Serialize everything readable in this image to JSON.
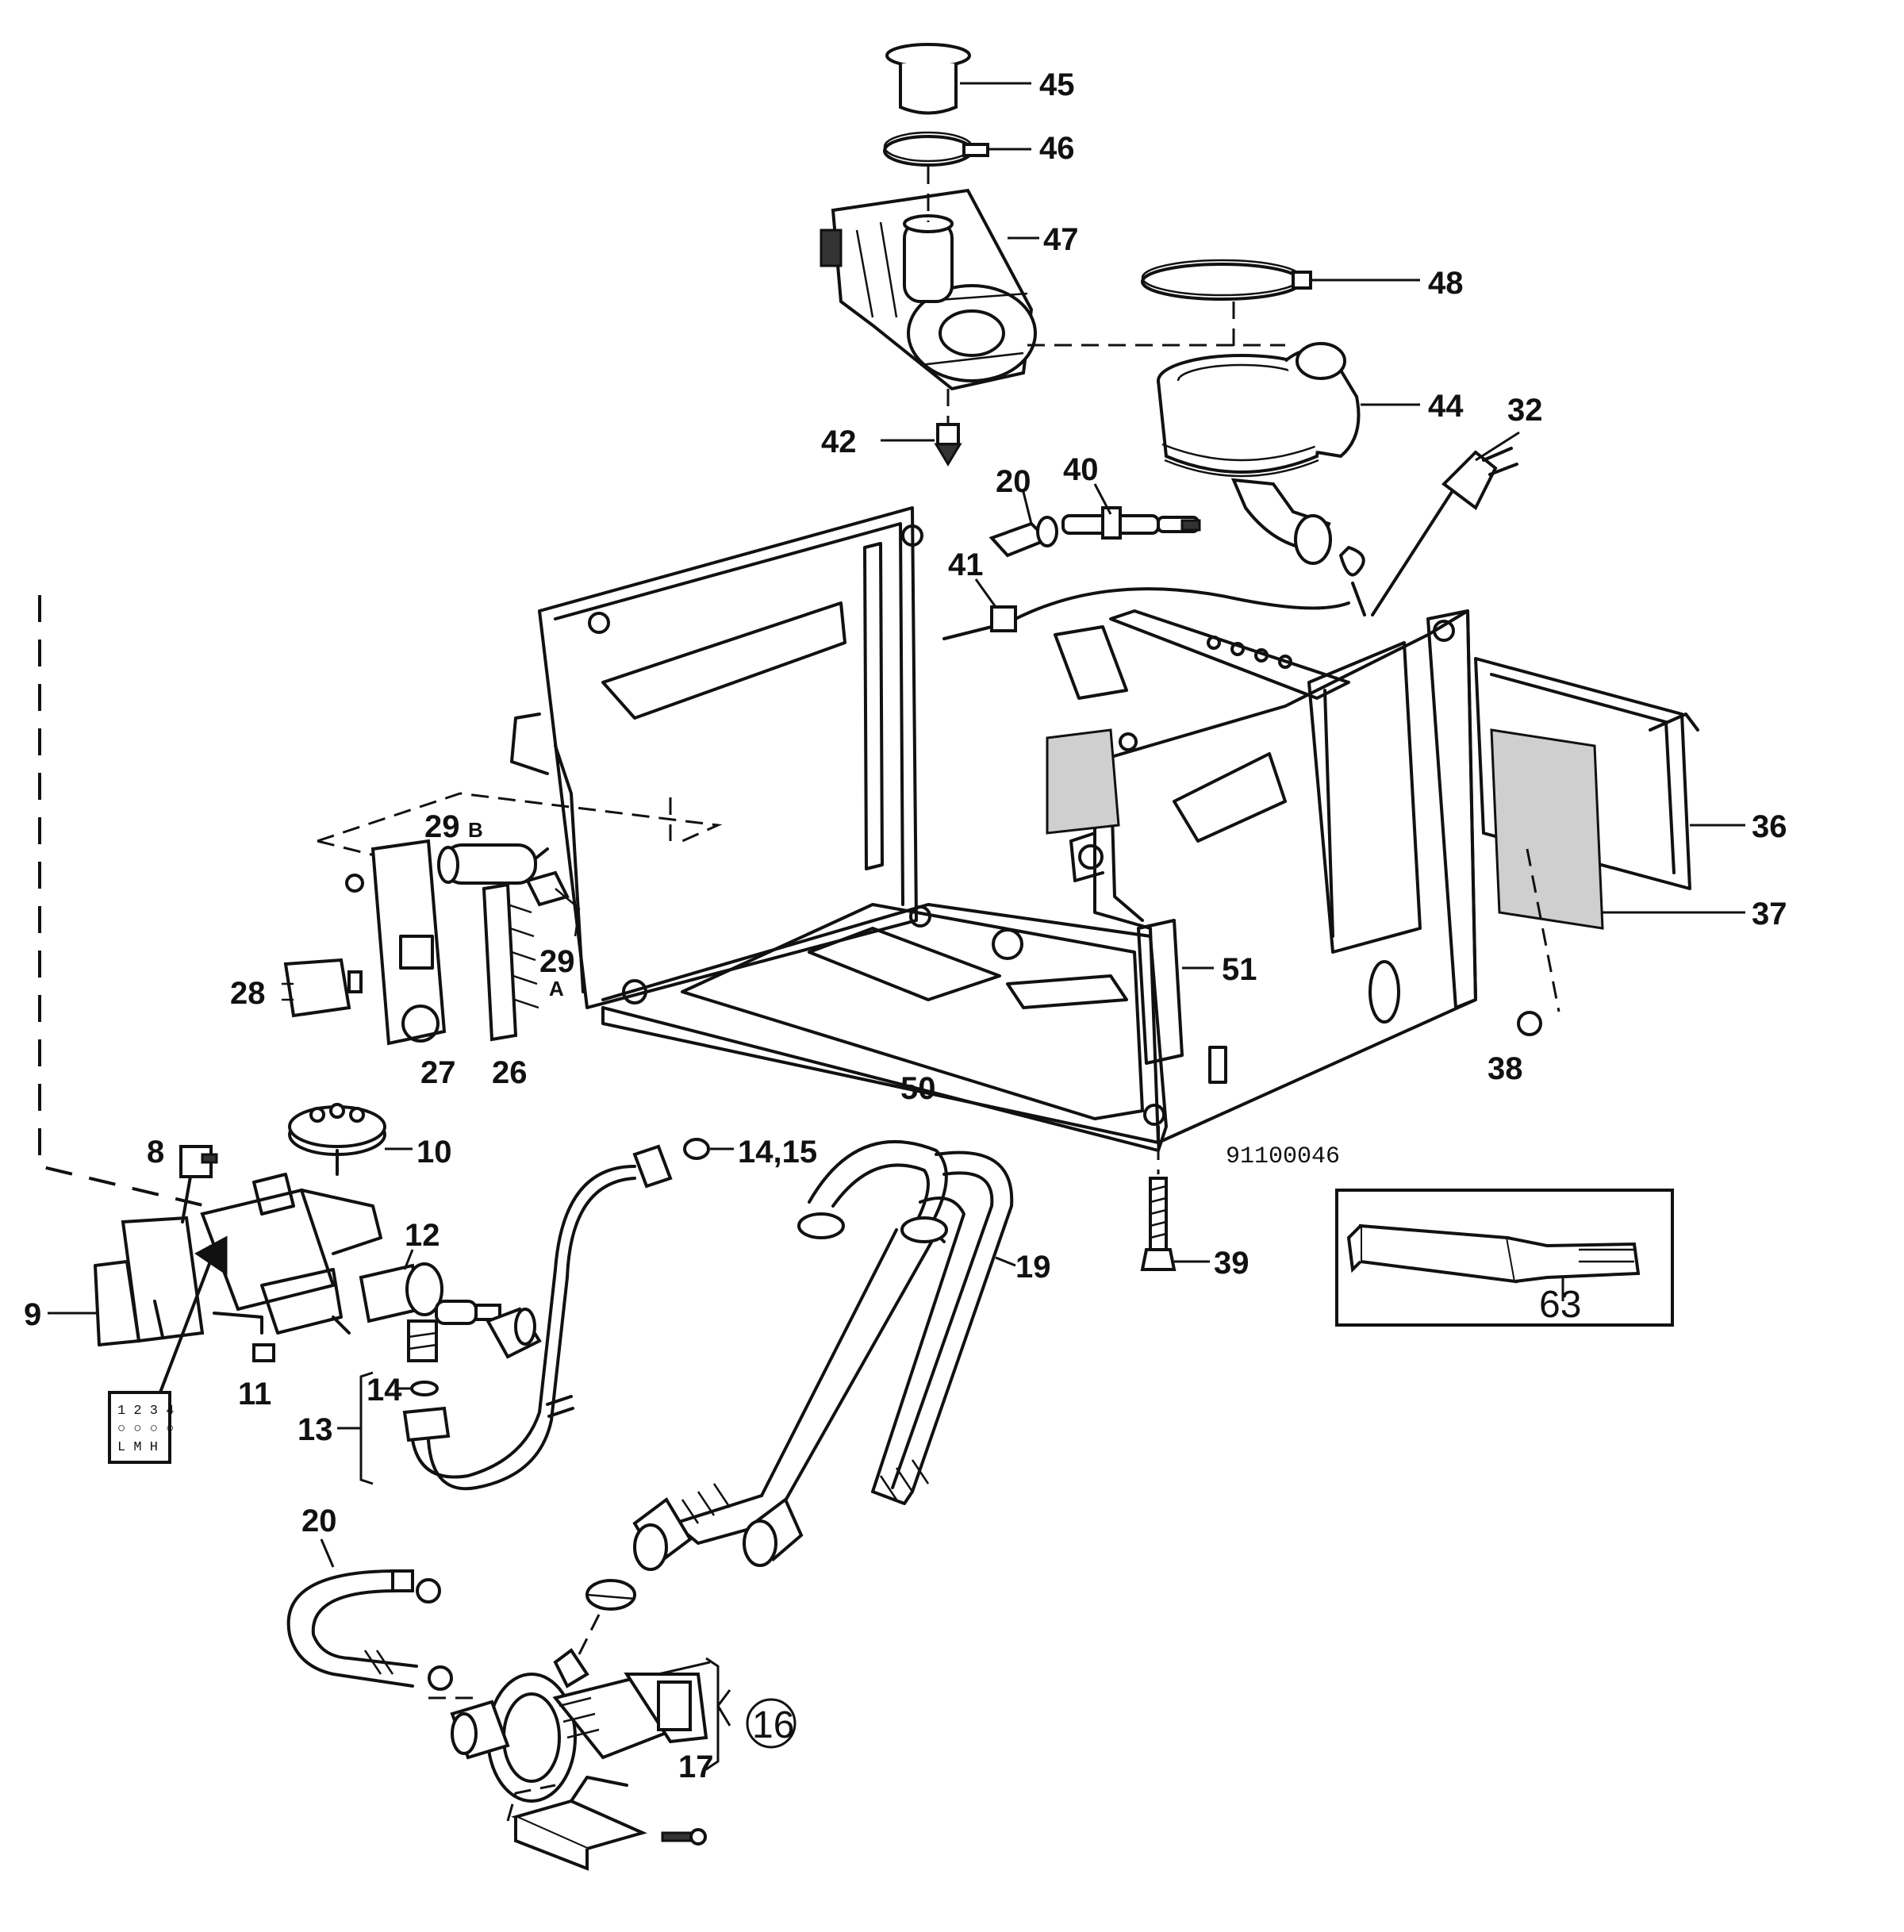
{
  "drawing_code": "91100046",
  "labels": {
    "p45": "45",
    "p46": "46",
    "p47": "47",
    "p48": "48",
    "p44": "44",
    "p32": "32",
    "p42": "42",
    "p20a": "20",
    "p40": "40",
    "p41": "41",
    "p29b": "29",
    "p29b_sub": "B",
    "p29a": "29",
    "p29a_sub": "A",
    "p28": "28",
    "p27": "27",
    "p26": "26",
    "p36": "36",
    "p37": "37",
    "p51": "51",
    "p38": "38",
    "p50": "50",
    "p10": "10",
    "p8": "8",
    "p14_15": "14,15",
    "p12": "12",
    "p19": "19",
    "p39": "39",
    "p9": "9",
    "p11": "11",
    "p14": "14",
    "p13": "13",
    "p63": "63",
    "p20b": "20",
    "p16": "16",
    "p17": "17"
  },
  "selector_card": {
    "row1": "1 2 3 4",
    "row2": "○ ○ ○ ○",
    "row3": "L  M  H"
  }
}
